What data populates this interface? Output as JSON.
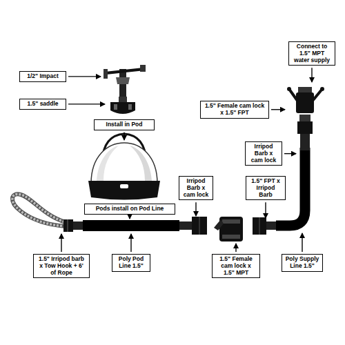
{
  "diagram": {
    "nodes": [
      {
        "text": [
          "1/2\" Impact"
        ]
      },
      {
        "text": [
          "1.5\" saddle"
        ]
      },
      {
        "text": [
          "Install in Pod"
        ]
      },
      {
        "text": [
          "Connect to 1.5\" MPT water supply"
        ]
      },
      {
        "text": [
          "1.5\" Female cam lock x 1.5\" FPT"
        ]
      },
      {
        "text": [
          "Irripod Barb x cam lock"
        ]
      },
      {
        "text": [
          "Pods install on Pod Line"
        ]
      },
      {
        "text": [
          "Irripod Barb x cam lock"
        ]
      },
      {
        "text": [
          "1.5\" FPT x Irripod Barb"
        ]
      },
      {
        "text": [
          "1.5\" Irripod barb x Tow Hook + 6' of Rope"
        ]
      },
      {
        "text": [
          "Poly Pod Line 1.5\""
        ]
      },
      {
        "text": [
          "1.5\" Female cam lock x 1.5\" MPT"
        ]
      },
      {
        "text": [
          "Poly Supply Line 1.5\""
        ]
      }
    ]
  }
}
